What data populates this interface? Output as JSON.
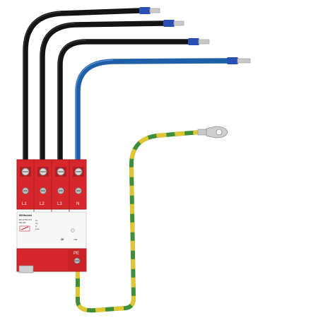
{
  "terminals": {
    "labels": [
      "L1",
      "L2",
      "L3",
      "N"
    ],
    "pe_label": "PE"
  },
  "label_plate": {
    "brand": "DEHNshield",
    "model_lines": [
      "DG M TNS 275",
      "952 400",
      "Uc",
      "Up",
      "In",
      "Imax"
    ],
    "top_right_text": "",
    "marks": [
      "CE",
      "VDE"
    ]
  },
  "colors": {
    "housing_red": "#d7262c",
    "housing_dark_red": "#a91b20",
    "cable_black": "#141414",
    "cable_blue": "#1e5fa8",
    "ferrule_blue": "#2a4fb4",
    "pe_green": "#3f8f3a",
    "pe_yellow": "#e0c534",
    "metal": "#c9c9c9"
  }
}
